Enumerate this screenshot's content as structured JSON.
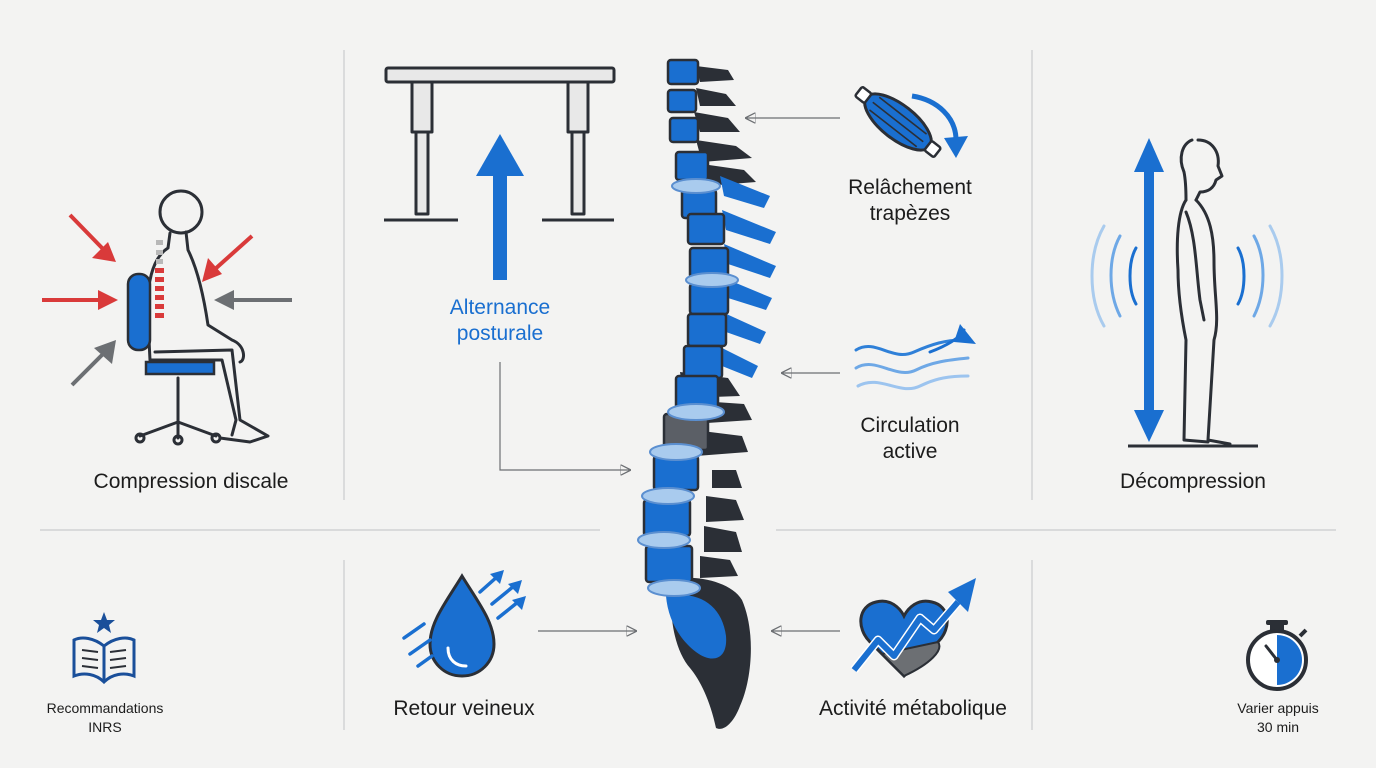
{
  "labels": {
    "compression": "Compression discale",
    "alternance_line1": "Alternance",
    "alternance_line2": "posturale",
    "relachement_line1": "Relâchement",
    "relachement_line2": "trapèzes",
    "circulation_line1": "Circulation",
    "circulation_line2": "active",
    "decompression": "Décompression",
    "retour": "Retour veineux",
    "metabolique": "Activité métabolique",
    "inrs_line1": "Recommandations",
    "inrs_line2": "INRS",
    "appuis_line1": "Varier appuis",
    "appuis_line2": "30 min"
  },
  "colors": {
    "blue": "#1a6fd0",
    "red": "#d93a3a",
    "dark": "#2b2f36",
    "grey": "#6c6f73",
    "light_blue": "#a9cbee"
  },
  "icons": [
    "seated-person-icon",
    "standing-desk-icon",
    "spine-icon",
    "trapezius-muscle-icon",
    "airflow-icon",
    "standing-person-icon",
    "open-book-icon",
    "water-drop-icon",
    "heart-rate-icon",
    "stopwatch-icon"
  ]
}
